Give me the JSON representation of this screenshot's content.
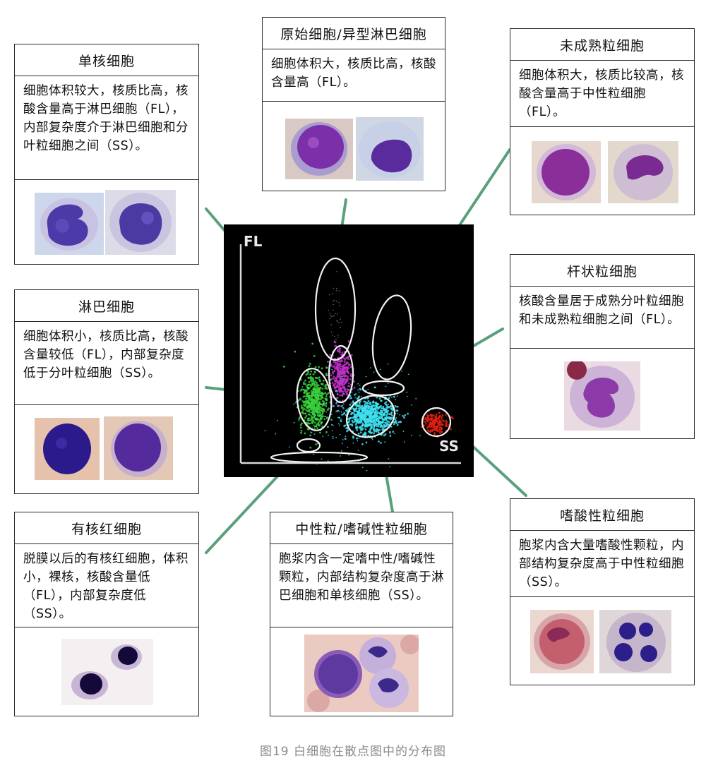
{
  "caption": "图19 白细胞在散点图中的分布图",
  "axes": {
    "y_label": "FL",
    "x_label": "SS"
  },
  "boxes": {
    "monocyte": {
      "title": "单核细胞",
      "desc": "细胞体积较大，核质比高，核酸含量高于淋巴细胞（FL），内部复杂度介于淋巴细胞和分叶粒细胞之间（SS）。"
    },
    "blast": {
      "title": "原始细胞/异型淋巴细胞",
      "desc": "细胞体积大，核质比高，核酸含量高（FL）。"
    },
    "immature": {
      "title": "未成熟粒细胞",
      "desc": "细胞体积大，核质比较高，核酸含量高于中性粒细胞（FL）。"
    },
    "band": {
      "title": "杆状粒细胞",
      "desc": "核酸含量居于成熟分叶粒细胞和未成熟粒细胞之间（FL）。"
    },
    "lymphocyte": {
      "title": "淋巴细胞",
      "desc": "细胞体积小，核质比高，核酸含量较低（FL），内部复杂度低于分叶粒细胞（SS）。"
    },
    "nrbc": {
      "title": "有核红细胞",
      "desc": "脱膜以后的有核红细胞，体积小，裸核，核酸含量低（FL），内部复杂度低（SS）。"
    },
    "neutrophil": {
      "title": "中性粒/嗜碱性粒细胞",
      "desc": "胞浆内含一定嗜中性/嗜碱性颗粒，内部结构复杂度高于淋巴细胞和单核细胞（SS）。"
    },
    "eosinophil": {
      "title": "嗜酸性粒细胞",
      "desc": "胞浆内含大量嗜酸性颗粒，内部结构复杂度高于中性粒细胞（SS）。"
    }
  },
  "colors": {
    "connector": "#5aa07a",
    "lymph_cluster": "#3ad13a",
    "mono_cluster": "#c030c8",
    "neut_cluster": "#3fe0f0",
    "eos_cluster": "#e02010",
    "plot_bg": "#000000"
  }
}
